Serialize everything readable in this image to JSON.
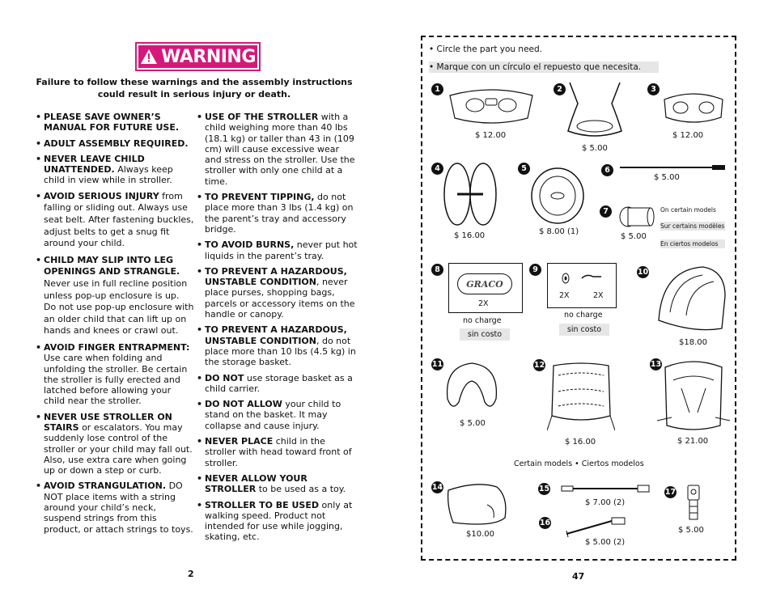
{
  "left": {
    "warning_label": "WARNING",
    "intro": "Failure to follow these warnings and the assembly instructions could result in serious injury or death.",
    "col1": [
      {
        "lead": "PLEASE SAVE OWNER’S MANUAL FOR FUTURE USE.",
        "body": ""
      },
      {
        "lead": "ADULT ASSEMBLY REQUIRED.",
        "body": ""
      },
      {
        "lead": "NEVER LEAVE CHILD UNATTENDED.",
        "body": " Always keep child in view while in stroller."
      },
      {
        "lead": "AVOID SERIOUS INJURY",
        "body": " from falling or sliding out. Always use seat belt. After fastening buckles, adjust belts to get a snug fit around your child."
      },
      {
        "lead": "CHILD MAY SLIP INTO LEG OPENINGS AND STRANGLE.",
        "body": " Never use in full recline position unless pop-up enclosure is up. Do not use pop-up enclosure with an older child that can lift up on hands and knees or crawl out."
      },
      {
        "lead": "AVOID FINGER ENTRAPMENT:",
        "body": " Use care when folding and unfolding the stroller. Be certain the stroller is fully erected and latched before allowing your child near the stroller."
      },
      {
        "lead": "NEVER USE STROLLER ON STAIRS",
        "body": " or escalators. You may suddenly lose control of the stroller or your child may fall out. Also, use extra care when going up or down a step or curb."
      },
      {
        "lead": "AVOID STRANGULATION.",
        "body": " DO NOT place items with a string around your child’s neck, suspend strings from this product, or attach strings to toys."
      }
    ],
    "col2": [
      {
        "lead": "USE OF THE STROLLER",
        "body": " with a child weighing more than 40 lbs (18.1 kg) or taller than 43 in (109 cm) will cause excessive wear and stress on the stroller. Use the stroller with only one child at a time."
      },
      {
        "lead": "TO PREVENT TIPPING,",
        "body": " do not place more than 3 lbs (1.4 kg) on the parent’s tray and accessory bridge."
      },
      {
        "lead": "TO AVOID BURNS,",
        "body": " never put hot liquids in the parent’s tray."
      },
      {
        "lead": "TO PREVENT A HAZARDOUS, UNSTABLE CONDITION",
        "body": ", never place purses, shopping bags, parcels or accessory items on the handle or canopy."
      },
      {
        "lead": "TO PREVENT A HAZARDOUS, UNSTABLE CONDITION",
        "body": ", do not place more than 10 lbs (4.5 kg) in the storage basket."
      },
      {
        "lead": "DO NOT",
        "body": " use storage basket as a child carrier."
      },
      {
        "lead": "DO NOT ALLOW",
        "body": " your child to stand on the basket. It may collapse and cause injury."
      },
      {
        "lead": "NEVER PLACE",
        "body": " child in the stroller with head toward front of stroller."
      },
      {
        "lead": "NEVER ALLOW YOUR STROLLER",
        "body": " to be used as a toy."
      },
      {
        "lead": "STROLLER TO BE USED",
        "body": " only at walking speed. Product not intended for use while jogging, skating, etc."
      }
    ],
    "page_number": "2"
  },
  "right": {
    "line_en": "• Circle the part you need.",
    "line_es": "• Marque con un círculo el repuesto que necesita.",
    "parts": [
      {
        "n": "1",
        "price": "$ 12.00"
      },
      {
        "n": "2",
        "price": "$ 5.00"
      },
      {
        "n": "3",
        "price": "$ 12.00"
      },
      {
        "n": "4",
        "price": "$ 16.00"
      },
      {
        "n": "5",
        "price": "$ 8.00 (1)"
      },
      {
        "n": "6",
        "price": "$ 5.00"
      },
      {
        "n": "7",
        "price": "$ 5.00"
      },
      {
        "n": "8",
        "price": "no charge",
        "price_es": "sin costo",
        "qty": "2X"
      },
      {
        "n": "9",
        "price": "no charge",
        "price_es": "sin costo",
        "qty": "2X",
        "qty2": "2X"
      },
      {
        "n": "10",
        "price": "$18.00"
      },
      {
        "n": "11",
        "price": "$ 5.00"
      },
      {
        "n": "12",
        "price": "$ 16.00"
      },
      {
        "n": "13",
        "price": "$ 21.00"
      },
      {
        "n": "14",
        "price": "$10.00"
      },
      {
        "n": "15",
        "price": "$ 7.00 (2)"
      },
      {
        "n": "16",
        "price": "$ 5.00 (2)"
      },
      {
        "n": "17",
        "price": "$ 5.00"
      }
    ],
    "models_note": [
      "On certain models",
      "Sur certains modèles",
      "En ciertos modelos"
    ],
    "certain_models": "Certain models • Ciertos modelos",
    "brand_logo": "GRACO",
    "page_number": "47"
  },
  "colors": {
    "warning": "#d6187c",
    "shade": "#e6e6e6"
  }
}
